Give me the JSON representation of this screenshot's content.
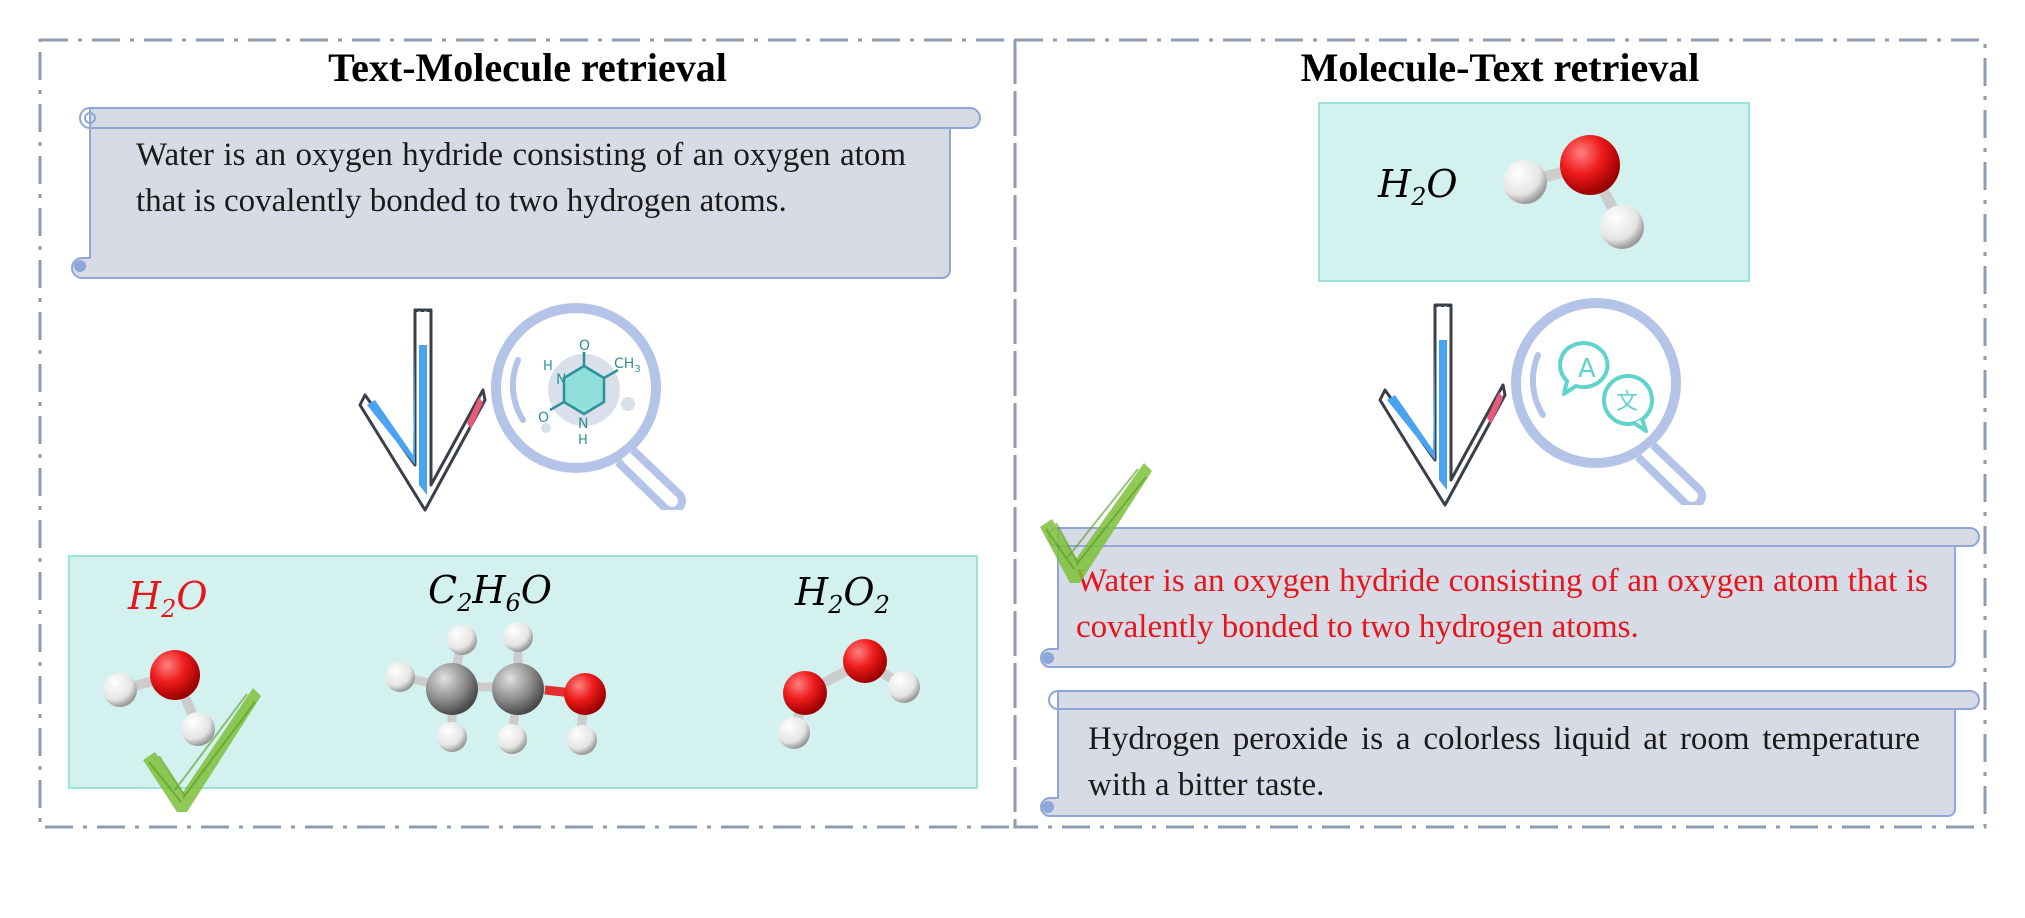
{
  "left_panel": {
    "title": "Text-Molecule retrieval",
    "query_text": "Water is an oxygen hydride consisting of an oxygen atom that is covalently bonded to two hydrogen atoms.",
    "candidates": [
      {
        "formula_base": "H",
        "sub1": "2",
        "mid": "O",
        "sub2": "",
        "selected": true
      },
      {
        "formula_base": "C",
        "sub1": "2",
        "mid": "H",
        "sub2": "6",
        "tail": "O",
        "selected": false
      },
      {
        "formula_base": "H",
        "sub1": "2",
        "mid": "O",
        "sub2": "2",
        "selected": false
      }
    ],
    "magnifier_labels": {
      "ch3": "CH",
      "ch3_sub": "3",
      "o_top": "O",
      "o_left": "O",
      "n_left": "N",
      "n_bottom": "N",
      "h_left": "H",
      "h_bottom": "H"
    }
  },
  "right_panel": {
    "title": "Molecule-Text retrieval",
    "query_formula": {
      "base": "H",
      "sub": "2",
      "tail": "O"
    },
    "results": [
      {
        "text": "Water is an oxygen hydride consisting of an oxygen atom that is covalently bonded to two hydrogen atoms.",
        "selected": true
      },
      {
        "text": "Hydrogen peroxide is a colorless liquid at room temperature with a bitter taste.",
        "selected": false
      }
    ],
    "magnifier_labels": {
      "a": "A",
      "b": "文"
    }
  },
  "colors": {
    "border_dash": "#8e9bb0",
    "scroll_fill": "#d7dbe5",
    "scroll_edge": "#8fa6d8",
    "teal_box": "#d3f2ef",
    "teal_edge": "#9be3d8",
    "highlight_red": "#e8141b",
    "check_green": "#7cbf3a",
    "magnifier": "#b4c4e8",
    "arrow_blue": "#4aa3f0",
    "arrow_pink": "#e85a7c"
  }
}
